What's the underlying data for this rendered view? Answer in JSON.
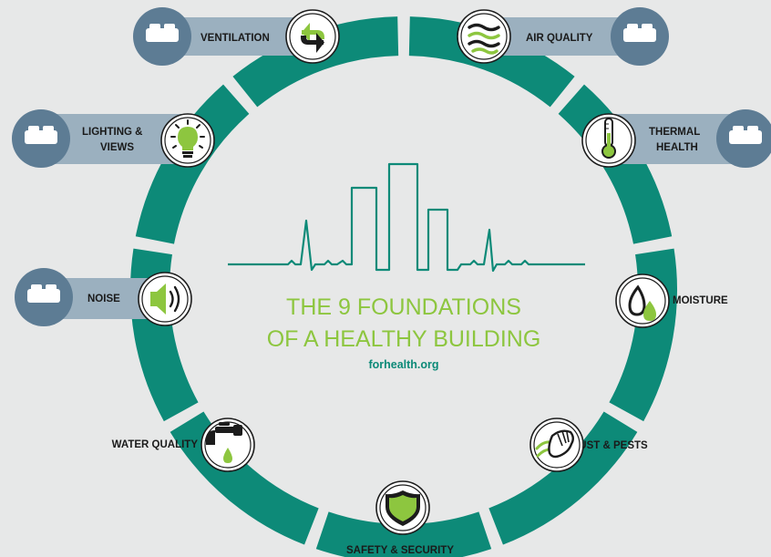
{
  "colors": {
    "background": "#e7e8e8",
    "ring": "#0d8a78",
    "accent_green": "#8dc63f",
    "label_bar": "#9bb0bf",
    "bed_circle": "#5d7c94",
    "icon_dark": "#1c1c1c"
  },
  "center": {
    "title_line1": "THE 9 FOUNDATIONS",
    "title_line2": "OF A HEALTHY BUILDING",
    "url": "forhealth.org"
  },
  "foundations": [
    {
      "label": "VENTILATION",
      "icon": "ventilation-arrows-icon"
    },
    {
      "label": "AIR QUALITY",
      "icon": "air-waves-icon"
    },
    {
      "label": "THERMAL",
      "label2": "HEALTH",
      "icon": "thermometer-icon"
    },
    {
      "label": "MOISTURE",
      "icon": "water-drops-icon"
    },
    {
      "label": "DUST & PESTS",
      "icon": "cleaning-glove-icon"
    },
    {
      "label": "SAFETY & SECURITY",
      "icon": "shield-icon"
    },
    {
      "label": "WATER QUALITY",
      "icon": "faucet-icon"
    },
    {
      "label": "NOISE",
      "icon": "speaker-icon"
    },
    {
      "label": "LIGHTING &",
      "label2": "VIEWS",
      "icon": "light-bulb-icon"
    }
  ],
  "bed_icons": [
    "bed-icon",
    "bed-icon",
    "bed-icon",
    "bed-icon",
    "bed-icon"
  ]
}
